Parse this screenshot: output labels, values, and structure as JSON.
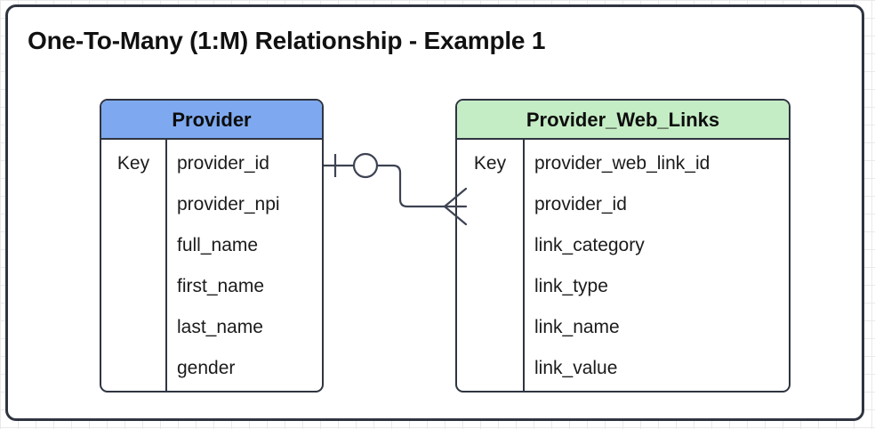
{
  "title": "One-To-Many (1:M) Relationship - Example 1",
  "colors": {
    "provider_header": "#7EA9F0",
    "provider_web_links_header": "#C5EDC5",
    "border": "#2F3440",
    "connector": "#3D4352",
    "panel_background": "#FFFFFF",
    "text": "#1B1B1B"
  },
  "entities": [
    {
      "name": "Provider",
      "key_label": "Key",
      "attributes": [
        "provider_id",
        "provider_npi",
        "full_name",
        "first_name",
        "last_name",
        "gender"
      ]
    },
    {
      "name": "Provider_Web_Links",
      "key_label": "Key",
      "attributes": [
        "provider_web_link_id",
        "provider_id",
        "link_category",
        "link_type",
        "link_name",
        "link_value"
      ]
    }
  ],
  "relationship": {
    "from_entity": "Provider",
    "to_entity": "Provider_Web_Links",
    "cardinality": "1:M",
    "source_notation": "one-and-only-one",
    "target_notation": "crows-foot-many"
  }
}
